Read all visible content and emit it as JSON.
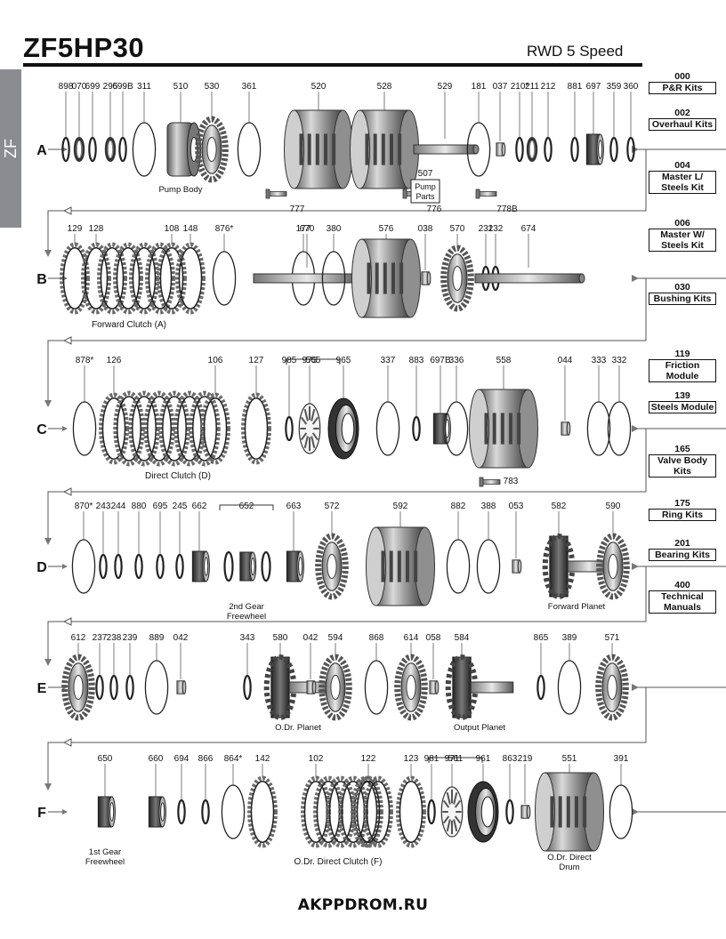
{
  "header": {
    "title": "ZF5HP30",
    "subtitle": "RWD 5 Speed",
    "side_tab": "ZF"
  },
  "rows": [
    {
      "label": "A",
      "items": [
        {
          "num": "898",
          "shape": "ring"
        },
        {
          "num": "070",
          "shape": "seal"
        },
        {
          "num": "699",
          "shape": "ring"
        },
        {
          "num": "295",
          "shape": "seal"
        },
        {
          "num": "699B",
          "shape": "ring"
        },
        {
          "num": "311",
          "shape": "oring"
        },
        {
          "num": "510",
          "shape": "pump",
          "caption": "Pump Body"
        },
        {
          "num": "530",
          "shape": "gear"
        },
        {
          "num": "361",
          "shape": "oring"
        },
        {
          "num": "777",
          "shape": "bolt"
        },
        {
          "num": "520",
          "shape": "drum"
        },
        {
          "num": "528",
          "shape": "drum"
        },
        {
          "num": "776",
          "shape": "bolt"
        },
        {
          "num": "529",
          "shape": "shaft"
        },
        {
          "num": "507",
          "shape": "label",
          "caption": "Pump Parts"
        },
        {
          "num": "181",
          "shape": "oring"
        },
        {
          "num": "037",
          "shape": "bush"
        },
        {
          "num": "778B",
          "shape": "bolt"
        },
        {
          "num": "210*",
          "shape": "ring"
        },
        {
          "num": "211",
          "shape": "seal"
        },
        {
          "num": "212",
          "shape": "ring"
        },
        {
          "num": "881",
          "shape": "ring"
        },
        {
          "num": "697",
          "shape": "bearing"
        },
        {
          "num": "359",
          "shape": "ring"
        },
        {
          "num": "360",
          "shape": "ring"
        }
      ]
    },
    {
      "label": "B",
      "items": [
        {
          "num": "129",
          "shape": "plate"
        },
        {
          "num": "128",
          "shape": "plate"
        },
        {
          "num": "108",
          "shape": "plate"
        },
        {
          "num": "148",
          "shape": "plate"
        },
        {
          "num": "876*",
          "shape": "oring"
        },
        {
          "num": "177",
          "shape": "oring"
        },
        {
          "num": "670",
          "shape": "shaft"
        },
        {
          "num": "380",
          "shape": "oring"
        },
        {
          "num": "576",
          "shape": "drum"
        },
        {
          "num": "038",
          "shape": "bush"
        },
        {
          "num": "570",
          "shape": "gear"
        },
        {
          "num": "231",
          "shape": "ring"
        },
        {
          "num": "232",
          "shape": "ring"
        },
        {
          "num": "674",
          "shape": "shaft"
        }
      ],
      "caption": "Forward Clutch (A)"
    },
    {
      "label": "C",
      "items": [
        {
          "num": "878*",
          "shape": "oring"
        },
        {
          "num": "126",
          "shape": "plate"
        },
        {
          "num": "106",
          "shape": "plate"
        },
        {
          "num": "127",
          "shape": "plate"
        },
        {
          "num": "565",
          "shape": "group"
        },
        {
          "num": "985",
          "shape": "ring"
        },
        {
          "num": "975",
          "shape": "spring"
        },
        {
          "num": "965",
          "shape": "piston"
        },
        {
          "num": "337",
          "shape": "oring"
        },
        {
          "num": "883",
          "shape": "ring"
        },
        {
          "num": "697B",
          "shape": "bearing"
        },
        {
          "num": "336",
          "shape": "oring"
        },
        {
          "num": "558",
          "shape": "drum"
        },
        {
          "num": "783",
          "shape": "bolt"
        },
        {
          "num": "044",
          "shape": "bush"
        },
        {
          "num": "333",
          "shape": "oring"
        },
        {
          "num": "332",
          "shape": "oring"
        }
      ],
      "caption": "Direct Clutch (D)"
    },
    {
      "label": "D",
      "items": [
        {
          "num": "870*",
          "shape": "oring"
        },
        {
          "num": "243",
          "shape": "ring"
        },
        {
          "num": "244",
          "shape": "ring"
        },
        {
          "num": "880",
          "shape": "ring"
        },
        {
          "num": "695",
          "shape": "ring"
        },
        {
          "num": "245",
          "shape": "ring"
        },
        {
          "num": "662",
          "shape": "bearing"
        },
        {
          "num": "652",
          "shape": "group",
          "caption": "2nd Gear Freewheel"
        },
        {
          "num": "663",
          "shape": "bearing"
        },
        {
          "num": "572",
          "shape": "gear"
        },
        {
          "num": "592",
          "shape": "drum"
        },
        {
          "num": "882",
          "shape": "oring"
        },
        {
          "num": "388",
          "shape": "oring"
        },
        {
          "num": "053",
          "shape": "bush"
        },
        {
          "num": "582",
          "shape": "planet",
          "caption": "Forward Planet"
        },
        {
          "num": "590",
          "shape": "gear"
        }
      ]
    },
    {
      "label": "E",
      "items": [
        {
          "num": "612",
          "shape": "gear"
        },
        {
          "num": "237",
          "shape": "ring"
        },
        {
          "num": "238",
          "shape": "ring"
        },
        {
          "num": "239",
          "shape": "ring"
        },
        {
          "num": "889",
          "shape": "oring"
        },
        {
          "num": "042",
          "shape": "bush"
        },
        {
          "num": "343",
          "shape": "ring"
        },
        {
          "num": "580",
          "shape": "planet",
          "caption": "O.Dr. Planet"
        },
        {
          "num": "042",
          "shape": "bush"
        },
        {
          "num": "594",
          "shape": "gear"
        },
        {
          "num": "868",
          "shape": "oring"
        },
        {
          "num": "614",
          "shape": "gear"
        },
        {
          "num": "058",
          "shape": "bush"
        },
        {
          "num": "584",
          "shape": "planet",
          "caption": "Output Planet"
        },
        {
          "num": "865",
          "shape": "ring"
        },
        {
          "num": "389",
          "shape": "oring"
        },
        {
          "num": "571",
          "shape": "gear"
        }
      ]
    },
    {
      "label": "F",
      "items": [
        {
          "num": "650",
          "shape": "bearing",
          "caption": "1st Gear Freewheel"
        },
        {
          "num": "660",
          "shape": "bearing"
        },
        {
          "num": "694",
          "shape": "ring"
        },
        {
          "num": "866",
          "shape": "ring"
        },
        {
          "num": "864*",
          "shape": "oring"
        },
        {
          "num": "142",
          "shape": "plate"
        },
        {
          "num": "102",
          "shape": "plate"
        },
        {
          "num": "122",
          "shape": "plate"
        },
        {
          "num": "123",
          "shape": "plate"
        },
        {
          "num": "561",
          "shape": "group"
        },
        {
          "num": "981",
          "shape": "ring"
        },
        {
          "num": "971",
          "shape": "spring"
        },
        {
          "num": "961",
          "shape": "piston"
        },
        {
          "num": "863",
          "shape": "ring"
        },
        {
          "num": "219",
          "shape": "bush"
        },
        {
          "num": "551",
          "shape": "drum",
          "caption": "O.Dr. Direct Drum"
        },
        {
          "num": "391",
          "shape": "oring"
        }
      ],
      "caption": "O.Dr. Direct Clutch (F)"
    }
  ],
  "kits": [
    {
      "num": "000",
      "name": "P&R Kits"
    },
    {
      "num": "002",
      "name": "Overhaul Kits"
    },
    {
      "num": "004",
      "name": "Master L/ Steels Kit"
    },
    {
      "num": "006",
      "name": "Master W/ Steels Kit"
    },
    {
      "num": "030",
      "name": "Bushing Kits"
    },
    {
      "num": "119",
      "name": "Friction Module"
    },
    {
      "num": "139",
      "name": "Steels Module"
    },
    {
      "num": "165",
      "name": "Valve Body Kits"
    },
    {
      "num": "175",
      "name": "Ring Kits"
    },
    {
      "num": "201",
      "name": "Bearing Kits"
    },
    {
      "num": "400",
      "name": "Technical Manuals"
    }
  ],
  "footer": "AKPPDROM.RU"
}
